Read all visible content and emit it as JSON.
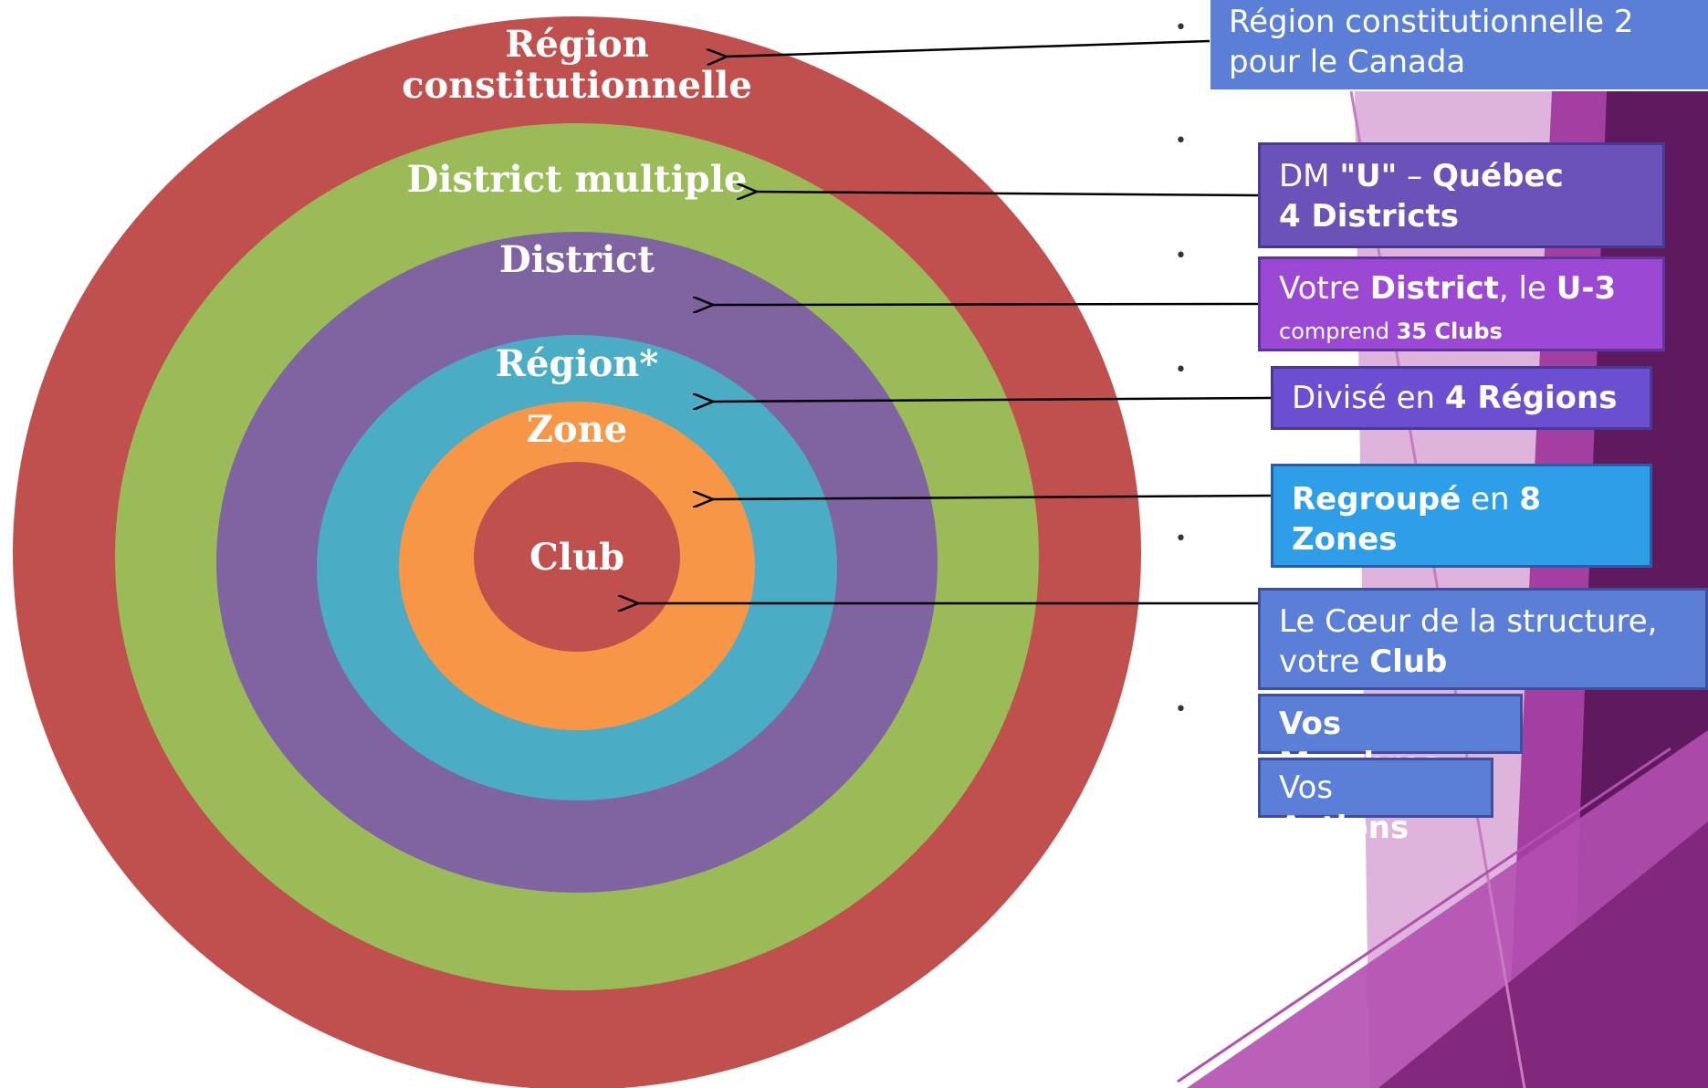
{
  "rings": [
    {
      "id": "region-constitutionnelle",
      "label_lines": [
        "Région",
        "constitutionnelle"
      ],
      "color": "#C0504D"
    },
    {
      "id": "district-multiple",
      "label_lines": [
        "District multiple"
      ],
      "color": "#9BBB59"
    },
    {
      "id": "district",
      "label_lines": [
        "District"
      ],
      "color": "#8064A2"
    },
    {
      "id": "region",
      "label_lines": [
        "Région*"
      ],
      "color": "#4BACC6"
    },
    {
      "id": "zone",
      "label_lines": [
        "Zone"
      ],
      "color": "#F79646"
    },
    {
      "id": "club",
      "label_lines": [
        "Club"
      ],
      "color": "#C0504D"
    }
  ],
  "boxes": {
    "region_const": {
      "text": "Région constitutionnelle 2 pour le Canada"
    },
    "dm": {
      "prefix": "DM ",
      "u": "\"U\"",
      "dash": " – ",
      "quebec": "Québec",
      "line2": "4 Districts"
    },
    "district": {
      "t1": "Votre ",
      "district": "District",
      "t2": ", le ",
      "u3": "U-3",
      "comprend": "comprend ",
      "clubs": "35 Clubs"
    },
    "regions": {
      "t1": "Divisé en ",
      "bold": "4 Régions"
    },
    "zones": {
      "bold1": "Regroupé",
      "t1": " en ",
      "bold2": "8 Zones"
    },
    "coeur": {
      "line1": "Le Cœur de la structure,",
      "t2": "votre ",
      "club": "Club"
    },
    "membres": {
      "text": "Vos Membres"
    },
    "actions": {
      "t1": "Vos ",
      "bold": "Actions"
    }
  },
  "colors": {
    "region_const_box": "#5B7FD6",
    "dm_box": "#6A52B8",
    "district_box": "#9B48D4",
    "regions_box": "#6A4FD0",
    "zones_box": "#2E9EE8",
    "coeur_box": "#5B7FD6",
    "membres_box": "#5B7FD6",
    "actions_box": "#5B7FD6",
    "purple_dark": "#5E1A5C",
    "purple_mid": "#A33FA0",
    "purple_light": "#D9A7D6"
  }
}
